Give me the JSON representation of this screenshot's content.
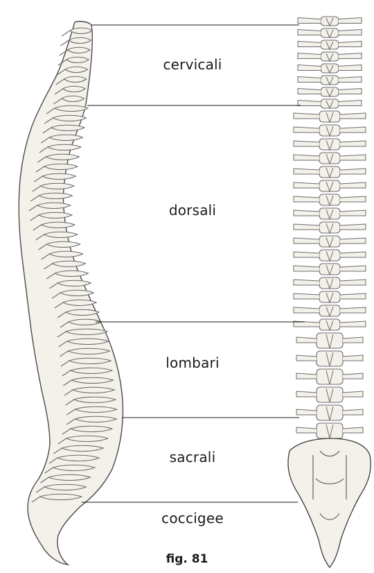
{
  "labels": {
    "cervicali": "cervicali",
    "dorsali": "dorsali",
    "lombari": "lombari",
    "sacrali": "sacrali",
    "coccigee": "coccigee"
  },
  "caption": "fig. 81",
  "colors": {
    "ink": "#1a1a1a",
    "bone_fill": "#f4f1ea",
    "bone_shade": "#6b6b6b"
  }
}
